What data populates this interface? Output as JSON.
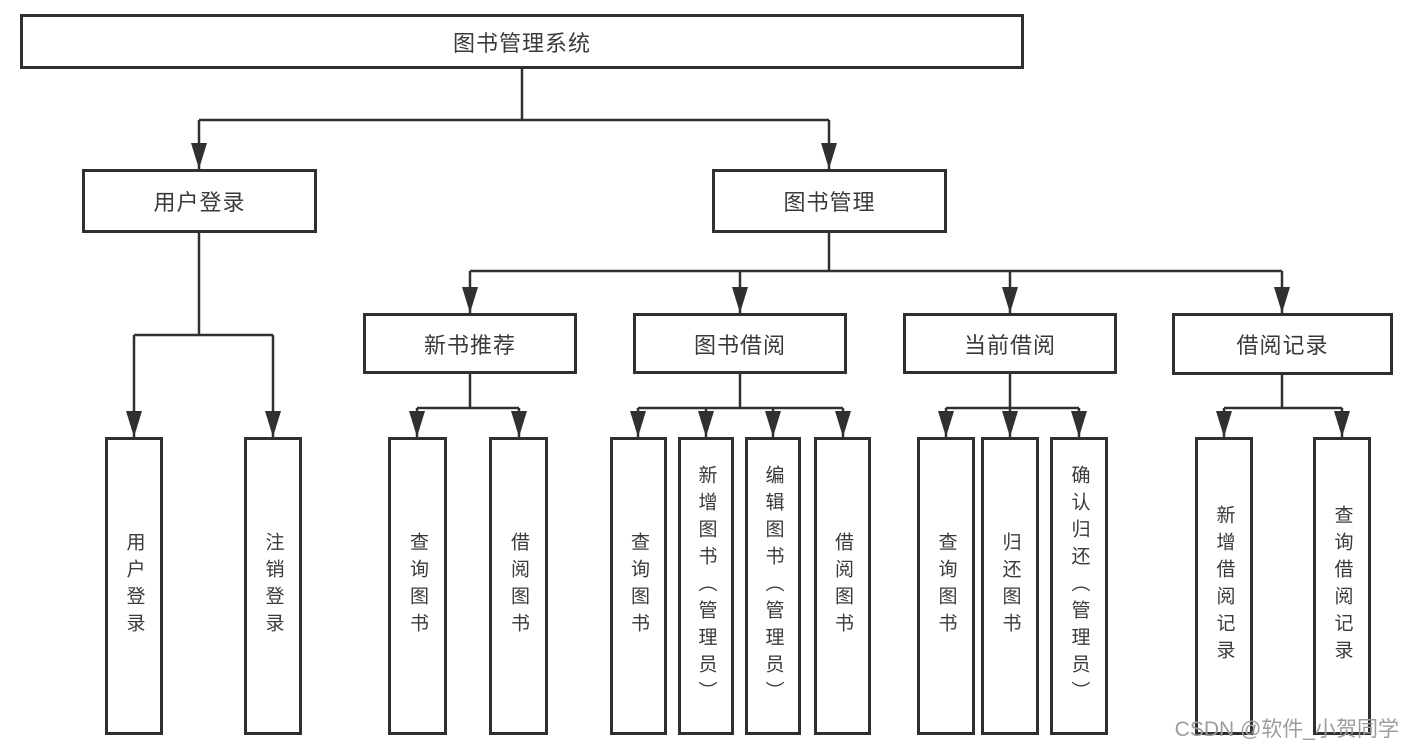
{
  "diagram": {
    "root": {
      "label": "图书管理系统"
    },
    "children": [
      {
        "label": "用户登录",
        "children": [
          {
            "label": "用户登录"
          },
          {
            "label": "注销登录"
          }
        ]
      },
      {
        "label": "图书管理",
        "children": [
          {
            "label": "新书推荐",
            "children": [
              {
                "label": "查询图书"
              },
              {
                "label": "借阅图书"
              }
            ]
          },
          {
            "label": "图书借阅",
            "children": [
              {
                "label": "查询图书"
              },
              {
                "label": "新增图书（管理员）"
              },
              {
                "label": "编辑图书（管理员）"
              },
              {
                "label": "借阅图书"
              }
            ]
          },
          {
            "label": "当前借阅",
            "children": [
              {
                "label": "查询图书"
              },
              {
                "label": "归还图书"
              },
              {
                "label": "确认归还（管理员）"
              }
            ]
          },
          {
            "label": "借阅记录",
            "children": [
              {
                "label": "新增借阅记录"
              },
              {
                "label": "查询借阅记录"
              }
            ]
          }
        ]
      }
    ]
  },
  "watermark": {
    "text": "CSDN @软件_小贺同学"
  },
  "colors": {
    "line": "#303030",
    "text": "#3a3a3a",
    "watermark": "#9c9c9c",
    "background": "#ffffff"
  }
}
